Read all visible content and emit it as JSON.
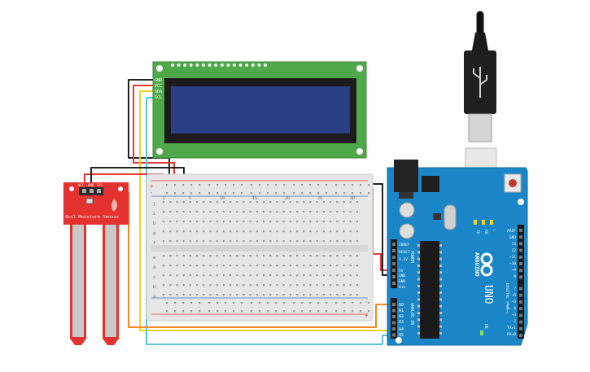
{
  "lcd": {
    "pins": [
      "GND",
      "VCC",
      "SDA",
      "SCL"
    ],
    "board_color": "#4fa84a",
    "screen_color": "#2b3f86"
  },
  "sensor": {
    "label": "Soil Moisture Sensor",
    "pins": [
      "VCC",
      "GND",
      "SIG"
    ],
    "color": "#e3322f"
  },
  "breadboard": {
    "row_letters_top": [
      "j",
      "i",
      "h",
      "g",
      "f"
    ],
    "row_letters_bottom": [
      "e",
      "d",
      "c",
      "b",
      "a"
    ],
    "column_numbers": [
      "1",
      "5",
      "10",
      "15",
      "20",
      "25",
      "30"
    ],
    "rail_plus": "+",
    "rail_minus": "-"
  },
  "arduino": {
    "brand": "ARDUINO",
    "model": "UNO",
    "power_header_title": "POWER",
    "power_pins": [
      "IOREF",
      "RESET",
      "3.3V",
      "5V",
      "GND",
      "GND",
      "Vin"
    ],
    "analog_header_title": "ANALOG IN",
    "analog_pins": [
      "A0",
      "A1",
      "A2",
      "A3",
      "A4",
      "A5"
    ],
    "digital_pins_top": [
      "AREF",
      "GND",
      "13",
      "12",
      "~11",
      "~10",
      "~9",
      "8"
    ],
    "digital_pins_bottom": [
      "7",
      "~6",
      "~5",
      "4",
      "~3",
      "2",
      "TX▸1",
      "RX◂0"
    ],
    "digital_header_title": "DIGITAL (PWM~)",
    "led_labels": [
      "L",
      "TX",
      "RX"
    ],
    "on_label": "ON",
    "board_color": "#1a86c7"
  },
  "wires": {
    "black": "#222222",
    "red": "#e53935",
    "yellow": "#f2d31b",
    "orange": "#f28a1d",
    "cyan": "#5bc2d8"
  }
}
